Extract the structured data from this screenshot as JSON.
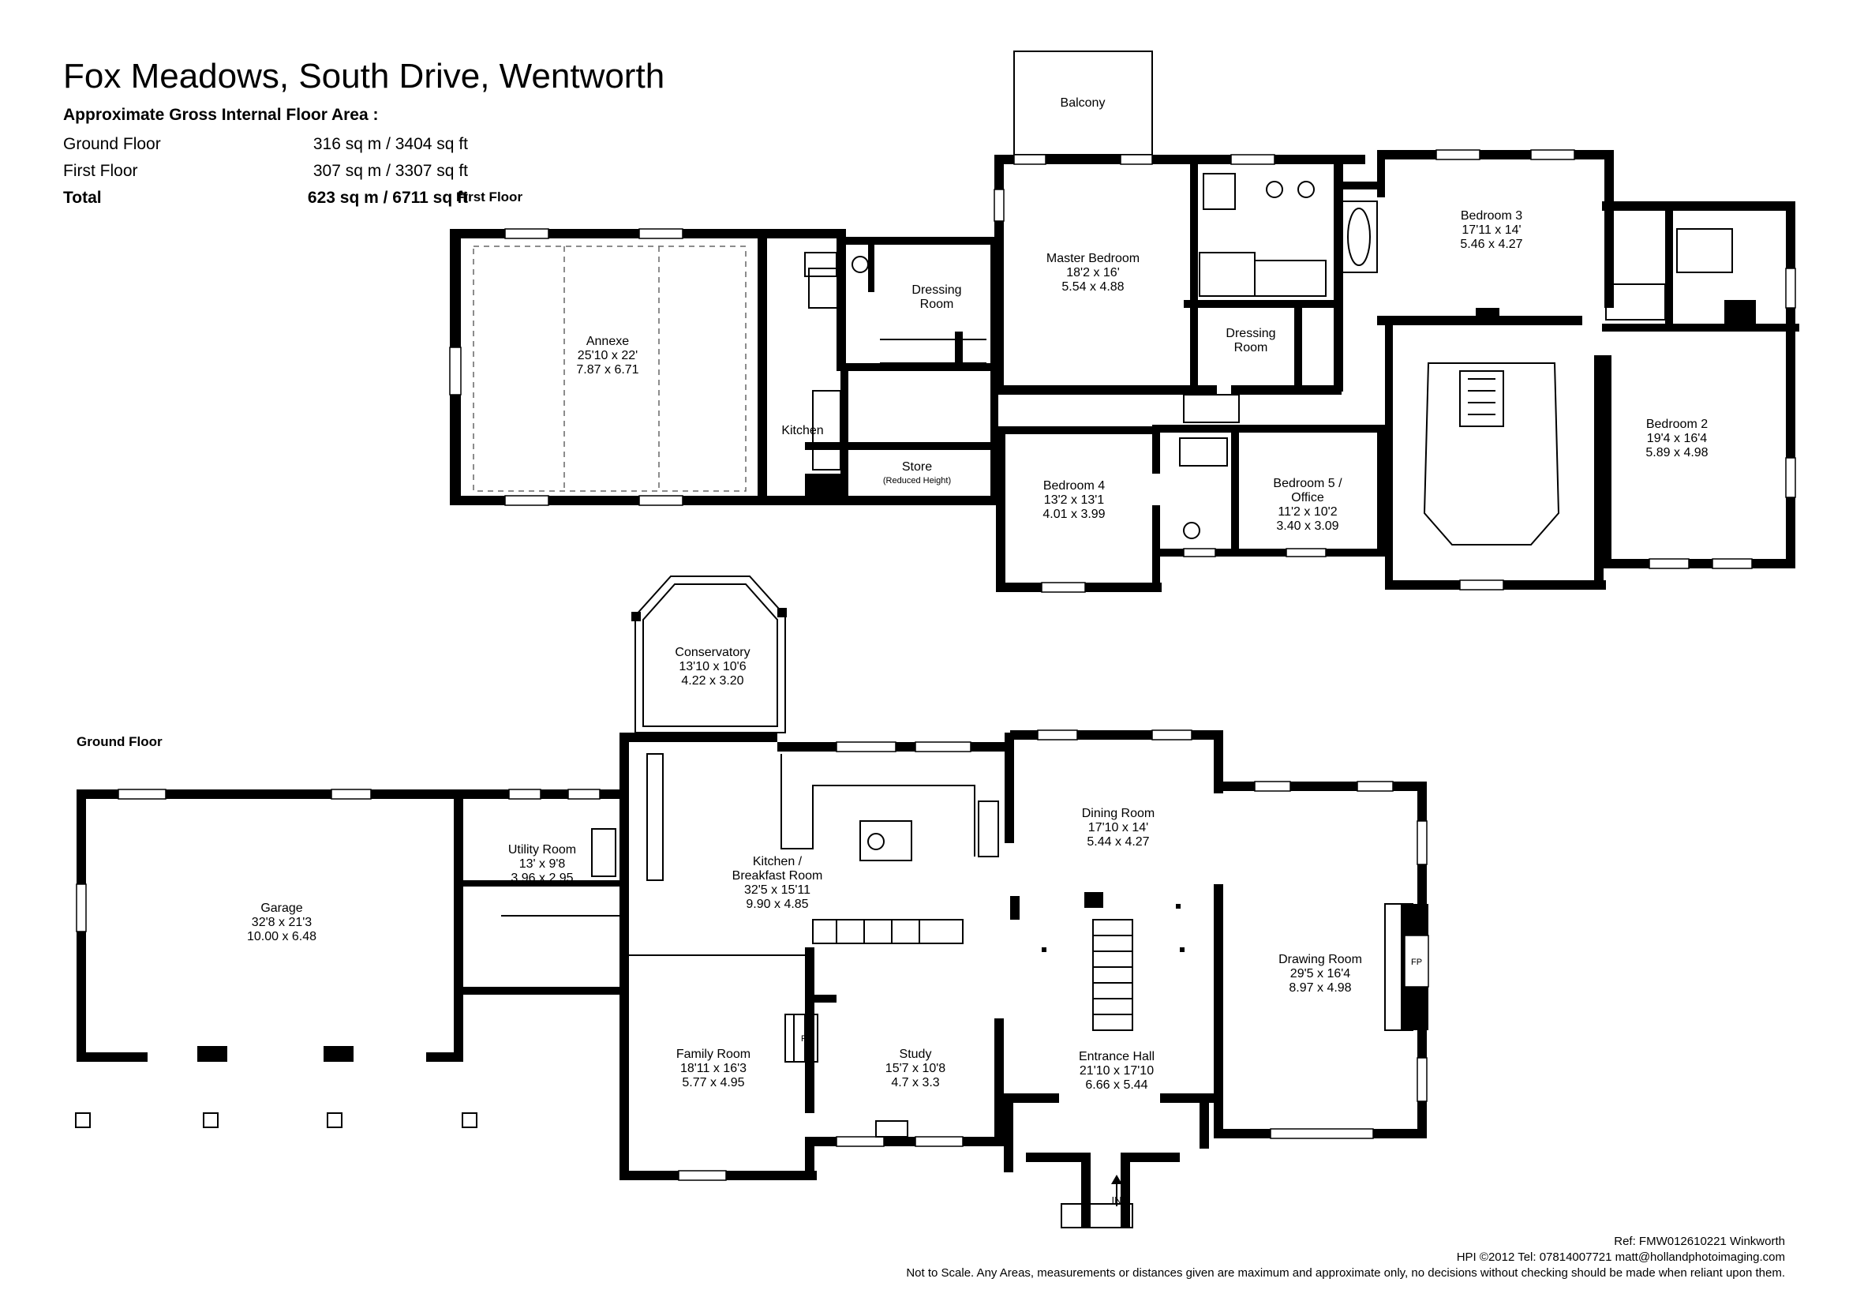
{
  "title": "Fox Meadows, South Drive, Wentworth",
  "area": {
    "heading": "Approximate Gross Internal Floor Area :",
    "rows": [
      {
        "label": "Ground Floor",
        "value": "316 sq m / 3404 sq ft"
      },
      {
        "label": "First Floor",
        "value": "307 sq m / 3307 sq ft"
      },
      {
        "label": "Total",
        "value": "623 sq m / 6711 sq ft"
      }
    ]
  },
  "floor_labels": {
    "first": "First Floor",
    "ground": "Ground Floor"
  },
  "rooms": {
    "balcony": {
      "name": "Balcony"
    },
    "annexe": {
      "name": "Annexe",
      "imperial": "25'10 x 22'",
      "metric": "7.87 x 6.71"
    },
    "dressing1": {
      "name": "Dressing",
      "name2": "Room"
    },
    "master": {
      "name": "Master Bedroom",
      "imperial": "18'2 x 16'",
      "metric": "5.54 x 4.88"
    },
    "dressing2": {
      "name": "Dressing",
      "name2": "Room"
    },
    "bedroom3": {
      "name": "Bedroom 3",
      "imperial": "17'11 x 14'",
      "metric": "5.46 x 4.27"
    },
    "bedroom2": {
      "name": "Bedroom 2",
      "imperial": "19'4 x 16'4",
      "metric": "5.89 x 4.98"
    },
    "kitchen_annexe": {
      "name": "Kitchen"
    },
    "store": {
      "name": "Store",
      "note": "(Reduced Height)"
    },
    "bedroom4": {
      "name": "Bedroom 4",
      "imperial": "13'2 x 13'1",
      "metric": "4.01 x 3.99"
    },
    "bedroom5": {
      "name": "Bedroom 5 /",
      "name2": "Office",
      "imperial": "11'2 x 10'2",
      "metric": "3.40 x 3.09"
    },
    "conservatory": {
      "name": "Conservatory",
      "imperial": "13'10 x 10'6",
      "metric": "4.22 x 3.20"
    },
    "garage": {
      "name": "Garage",
      "imperial": "32'8 x 21'3",
      "metric": "10.00 x 6.48"
    },
    "utility": {
      "name": "Utility Room",
      "imperial": "13' x 9'8",
      "metric": "3.96 x 2.95"
    },
    "kitchen_breakfast": {
      "name": "Kitchen /",
      "name2": "Breakfast Room",
      "imperial": "32'5 x 15'11",
      "metric": "9.90 x 4.85"
    },
    "dining": {
      "name": "Dining Room",
      "imperial": "17'10 x 14'",
      "metric": "5.44 x 4.27"
    },
    "drawing": {
      "name": "Drawing Room",
      "imperial": "29'5 x 16'4",
      "metric": "8.97 x 4.98"
    },
    "family": {
      "name": "Family Room",
      "imperial": "18'11 x 16'3",
      "metric": "5.77 x 4.95"
    },
    "study": {
      "name": "Study",
      "imperial": "15'7 x 10'8",
      "metric": "4.7 x 3.3"
    },
    "hall": {
      "name": "Entrance Hall",
      "imperial": "21'10 x 17'10",
      "metric": "6.66 x 5.44"
    }
  },
  "fireplace_label": "FP",
  "entrance_label": "IN",
  "footer": {
    "ref": "Ref: FMW012610221 Winkworth",
    "contact": "HPI ©2012 Tel: 07814007721  matt@hollandphotoimaging.com",
    "disclaimer": "Not to Scale. Any Areas, measurements or distances given are maximum and approximate only, no decisions without checking should be made when reliant upon them."
  }
}
